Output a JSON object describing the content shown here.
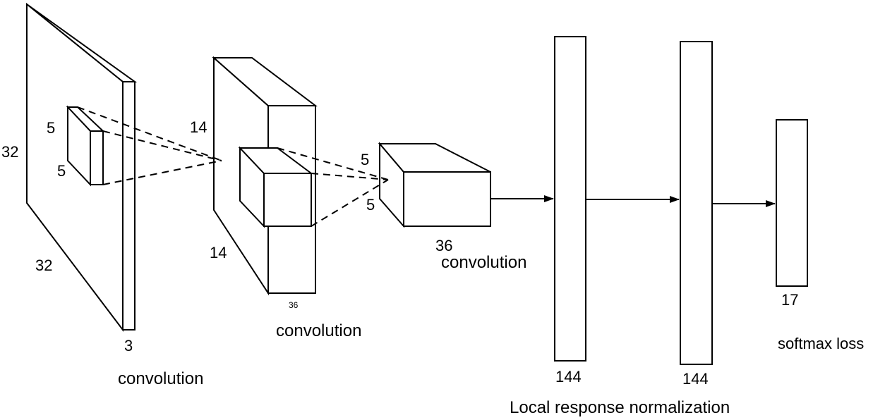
{
  "labels": {
    "input_height": "32",
    "input_width": "32",
    "input_depth": "3",
    "kernel1_h": "5",
    "kernel1_w": "5",
    "layer2_height": "14",
    "layer2_width": "14",
    "layer2_depth": "36",
    "kernel2_h": "5",
    "kernel2_w": "5",
    "layer3_depth": "36",
    "fc1_size": "144",
    "fc2_size": "144",
    "output_size": "17"
  },
  "captions": {
    "conv1": "convolution",
    "conv2": "convolution",
    "conv3": "convolution",
    "lrn": "Local response normalization",
    "softmax": "softmax loss"
  }
}
